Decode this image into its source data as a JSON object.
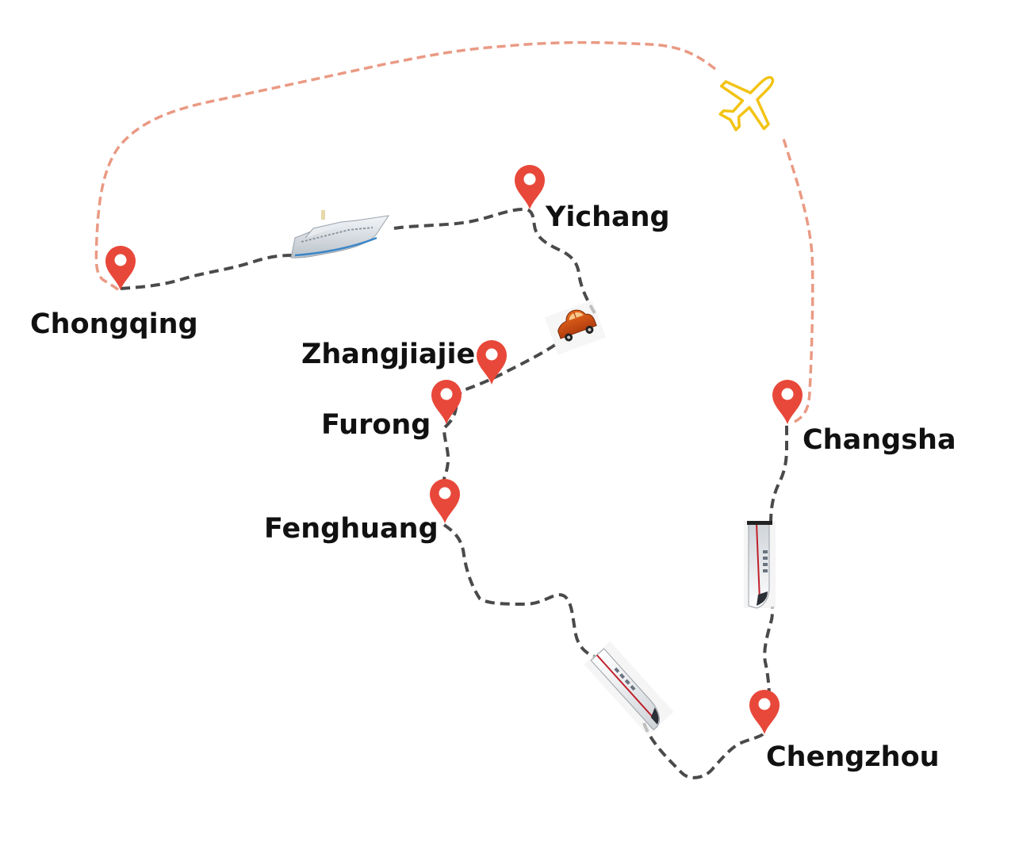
{
  "title": "Travel route map",
  "colors": {
    "pin": "#e8483a",
    "ground_route": "#4a4a4a",
    "air_route": "#ea9a84",
    "plane": "#f2c314",
    "label": "#111111"
  },
  "cities": [
    {
      "id": "chongqing",
      "name": "Chongqing"
    },
    {
      "id": "yichang",
      "name": "Yichang"
    },
    {
      "id": "zhangjiajie",
      "name": "Zhangjiajie"
    },
    {
      "id": "furong",
      "name": "Furong"
    },
    {
      "id": "fenghuang",
      "name": "Fenghuang"
    },
    {
      "id": "chengzhou",
      "name": "Chengzhou"
    },
    {
      "id": "changsha",
      "name": "Changsha"
    }
  ],
  "legs": [
    {
      "from": "Chongqing",
      "to": "Yichang",
      "mode": "cruise-ship"
    },
    {
      "from": "Yichang",
      "to": "Zhangjiajie",
      "mode": "car"
    },
    {
      "from": "Zhangjiajie",
      "to": "Furong",
      "mode": "car"
    },
    {
      "from": "Furong",
      "to": "Fenghuang",
      "mode": "car"
    },
    {
      "from": "Fenghuang",
      "to": "Chengzhou",
      "mode": "high-speed-train"
    },
    {
      "from": "Chengzhou",
      "to": "Changsha",
      "mode": "high-speed-train"
    },
    {
      "from": "Changsha",
      "to": "Chongqing",
      "mode": "airplane"
    }
  ]
}
